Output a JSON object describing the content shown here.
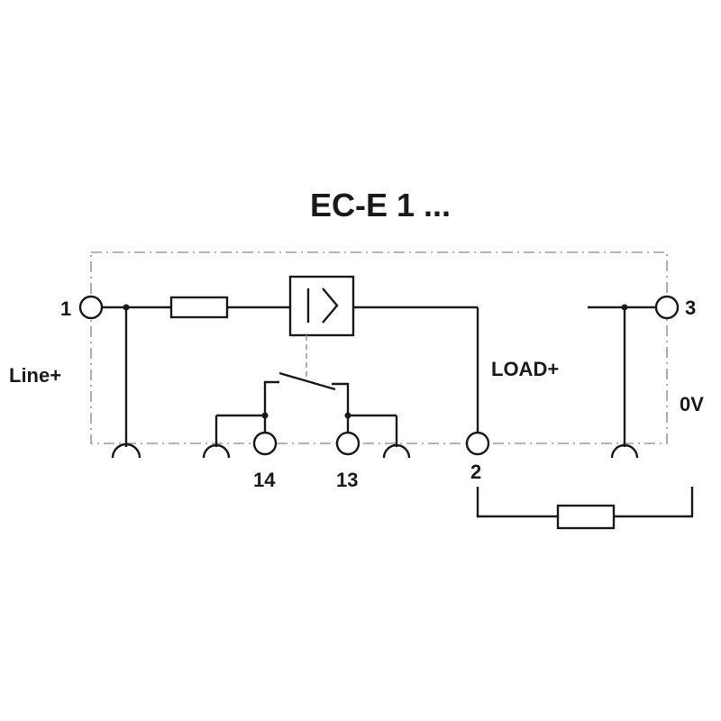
{
  "title": "EC-E 1 ...",
  "labels": {
    "terminal_1": "1",
    "terminal_2": "2",
    "terminal_3": "3",
    "terminal_13": "13",
    "terminal_14": "14",
    "line_plus": "Line+",
    "load_plus": "LOAD+",
    "zero_v": "0V"
  },
  "colors": {
    "line": "#1a1a1a",
    "housing_border": "#9a9a9a",
    "background": "#ffffff"
  }
}
